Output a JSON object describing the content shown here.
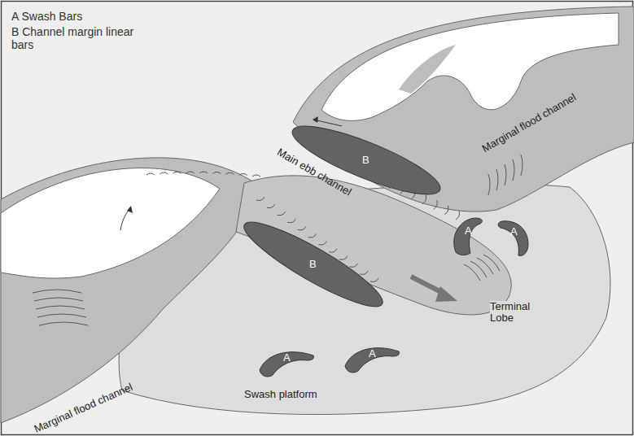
{
  "diagram": {
    "nodes": [
      {
        "text": [
          "B"
        ]
      },
      {
        "text": [
          "A"
        ]
      },
      {
        "text": [
          "A"
        ]
      },
      {
        "text": [
          "B"
        ]
      },
      {
        "text": [
          "A"
        ]
      },
      {
        "text": [
          "A"
        ]
      }
    ],
    "labels": [
      "Marginal flood channel",
      "Main ebb channel",
      "Marginal flood channel",
      "Terminal Lobe",
      "Swash platform"
    ],
    "legend": [
      {
        "text": "A Swash Bars"
      },
      {
        "text": "B Channel margin linear bars"
      }
    ]
  }
}
